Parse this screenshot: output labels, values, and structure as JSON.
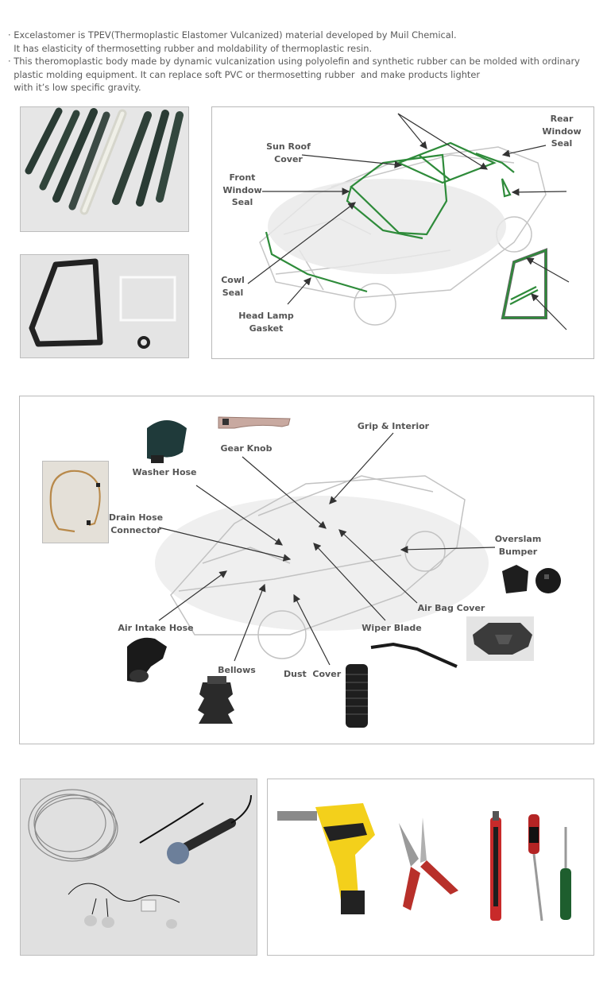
{
  "intro": {
    "lines": [
      "· Excelastomer is TPEV(Thermoplastic Elastomer Vulcanized) material developed by Muil Chemical.",
      "  It has elasticity of thermosetting rubber and moldability of thermoplastic resin.",
      "· This theromoplastic body made by dynamic vulcanization using polyolefin and synthetic rubber can be molded with ordinary",
      "  plastic molding equipment. It can replace soft PVC or thermosetting rubber  and make products lighter",
      "  with it’s low specific gravity."
    ]
  },
  "diagram1": {
    "labels": {
      "sunroof": "Sun Roof\nCover",
      "front_window": "Front\nWindow\nSeal",
      "rear_window": "Rear\nWindow\nSeal",
      "cowl": "Cowl\nSeal",
      "headlamp": "Head Lamp\nGasket"
    }
  },
  "diagram2": {
    "labels": {
      "grip": "Grip & Interior",
      "gear": "Gear Knob",
      "washer": "Washer Hose",
      "drain": "Drain Hose\nConnector",
      "overslam": "Overslam\nBumper",
      "airbag": "Air Bag Cover",
      "intake": "Air Intake Hose",
      "wiper": "Wiper Blade",
      "bellows": "Bellows",
      "dust": "Dust  Cover"
    }
  },
  "colors": {
    "seal_line": "#2e8b3a",
    "arrow": "#333333",
    "border": "#b9b9b9"
  }
}
